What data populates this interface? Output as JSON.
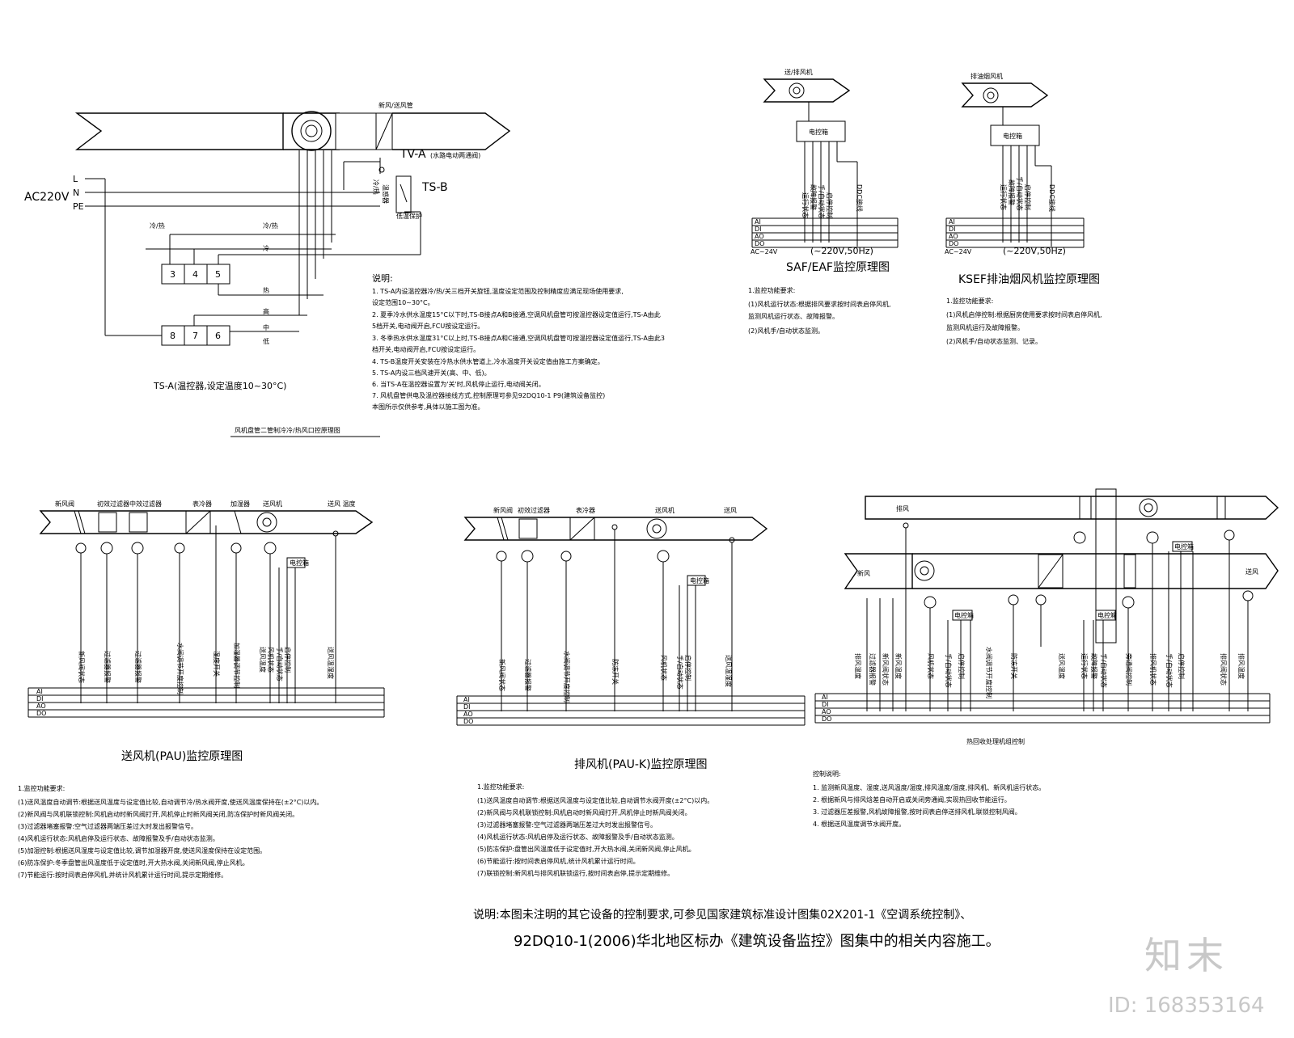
{
  "fcu": {
    "ac_label": "AC220V",
    "wire_labels": [
      "L",
      "N",
      "PE"
    ],
    "valve_label": "TV-A",
    "valve_note": "(水路电动两通阀)",
    "ts_b_label": "TS-B",
    "ts_b_side_labels": [
      "冷/热",
      "温感器",
      "低温保护"
    ],
    "terminals_top": [
      "3",
      "4",
      "5"
    ],
    "terminals_bottom": [
      "8",
      "7",
      "6"
    ],
    "ts_a_caption": "TS-A(温控器,设定温度10~30°C)",
    "top_tag": "冷/热",
    "mid_tags": [
      "冷",
      "热",
      "高",
      "中",
      "低"
    ],
    "left_tag": "冷/热",
    "vent_label": "新风/送风管",
    "title": "风机盘管二管制冷冷/热风口控原理图",
    "notes_title": "说明:",
    "notes": [
      "1. TS-A内设温控器冷/热/关三档开关旋钮,温度设定范围及控制精度应满足现场使用要求,",
      "   设定范围10~30°C。",
      "2. 夏季冷水供水温度15°C以下时,TS-B接点A和B接通,空调风机盘管可按温控器设定值运行,TS-A由此",
      "   5档开关,电动阀开启,FCU按设定运行。",
      "3. 冬季热水供水温度31°C以上时,TS-B接点A和C接通,空调风机盘管可按温控器设定值运行,TS-A由此3",
      "   档开关,电动阀开启,FCU按设定运行。",
      "4. TS-B温度开关安装在冷热水供水管道上,冷水温度开关设定值由施工方案确定。",
      "5. TS-A内设三档风速开关(高、中、低)。",
      "6. 当TS-A在温控器设置为'关'时,风机停止运行,电动阀关闭。",
      "7. 风机盘管供电及温控器接线方式,控制原理可参见92DQ10-1 P9(建筑设备监控)",
      "   本图所示仅供参考,具体以施工图为准。"
    ]
  },
  "saf": {
    "fan_label": "送/排风机",
    "ctrl_label": "电控箱",
    "signals": [
      "运行状态",
      "故障报警",
      "手/自动状态",
      "启停控制"
    ],
    "ddc_label": "DDC接线",
    "bus_rows": [
      "AI",
      "DI",
      "AO",
      "DO"
    ],
    "voltage_left": "AC~24V",
    "voltage_right": "(~220V,50Hz)",
    "title": "SAF/EAF监控原理图",
    "notes_title": "1.监控功能要求:",
    "notes": [
      "(1)风机运行状态:根据排风要求按时间表启停风机,",
      "    监测风机运行状态、故障报警。",
      "(2)风机手/自动状态监测。"
    ]
  },
  "ksef": {
    "fan_label": "排油烟风机",
    "ctrl_label": "电控箱",
    "signals": [
      "运行状态",
      "故障报警",
      "手/自动状态",
      "启停控制"
    ],
    "ddc_label": "DDC接线",
    "bus_rows": [
      "AI",
      "DI",
      "AO",
      "DO"
    ],
    "voltage_left": "AC~24V",
    "voltage_right": "(~220V,50Hz)",
    "title": "KSEF排油烟风机监控原理图",
    "notes_title": "1.监控功能要求:",
    "notes": [
      "(1)风机启停控制:根据厨房使用要求按时间表启停风机,",
      "    监测风机运行及故障报警。",
      "(2)风机手/自动状态监测、记录。"
    ]
  },
  "pau": {
    "top_labels": [
      "新风阀",
      "初效过滤器",
      "中效过滤器",
      "表冷器",
      "加湿器",
      "送风机",
      "送风 温度"
    ],
    "signals": [
      "新风阀状态",
      "过滤器报警",
      "过滤器报警",
      "水阀调节开度控制",
      "湿度开关",
      "加湿器调节控制",
      "送风温度",
      "风机状态",
      "手/自动状态",
      "启停控制",
      "送风温湿度"
    ],
    "ctrl_label": "电控箱",
    "bus_rows": [
      "AI",
      "DI",
      "AO",
      "DO"
    ],
    "title": "送风机(PAU)监控原理图",
    "notes_title": "1.监控功能要求:",
    "notes": [
      "(1)送风温度自动调节:根据送风温度与设定值比较,自动调节冷/热水阀开度,使送风温度保持在(±2°C)以内。",
      "(2)新风阀与风机联锁控制:风机启动时新风阀打开,风机停止时新风阀关闭,防冻保护时新风阀关闭。",
      "(3)过滤器堵塞报警:空气过滤器两端压差过大时发出报警信号。",
      "(4)风机运行状态:风机启停及运行状态、故障报警及手/自动状态监测。",
      "(5)加湿控制:根据送风湿度与设定值比较,调节加湿器开度,使送风湿度保持在设定范围。",
      "(6)防冻保护:冬季盘管出风温度低于设定值时,开大热水阀,关闭新风阀,停止风机。",
      "(7)节能运行:按时间表启停风机,并统计风机累计运行时间,提示定期维修。"
    ]
  },
  "pauk": {
    "top_labels": [
      "新风阀",
      "初效过滤器",
      "表冷器",
      "送风机",
      "送风"
    ],
    "signals": [
      "新风阀状态",
      "过滤器报警",
      "水阀调节开度控制",
      "防冻开关",
      "风机状态",
      "手/自动状态",
      "启停控制",
      "送风温湿度"
    ],
    "ctrl_label": "电控箱",
    "bus_rows": [
      "AI",
      "DI",
      "AO",
      "DO"
    ],
    "title": "排风机(PAU-K)监控原理图",
    "notes_title": "1.监控功能要求:",
    "notes": [
      "(1)送风温度自动调节:根据送风温度与设定值比较,自动调节水阀开度(±2°C)以内。",
      "(2)新风阀与风机联锁控制:风机启动时新风阀打开,风机停止时新风阀关闭。",
      "(3)过滤器堵塞报警:空气过滤器两端压差过大时发出报警信号。",
      "(4)风机运行状态:风机启停及运行状态、故障报警及手/自动状态监测。",
      "(5)防冻保护:盘管出风温度低于设定值时,开大热水阀,关闭新风阀,停止风机。",
      "(6)节能运行:按时间表启停风机,统计风机累计运行时间。",
      "(7)联锁控制:新风机与排风机联锁运行,按时间表启停,提示定期维修。"
    ]
  },
  "hrv": {
    "top_labels": [
      "新风",
      "排风",
      "送风"
    ],
    "signals": [
      "排风温度",
      "过滤器报警",
      "新风阀状态",
      "新风温度",
      "风机状态",
      "手/自动状态",
      "启停控制",
      "水阀调节开度控制",
      "防冻开关",
      "送风温度",
      "运行状态",
      "故障报警",
      "手/自动状态",
      "旁通阀控制",
      "排风机状态",
      "手/自动状态",
      "启停控制",
      "排风阀状态",
      "排风温度"
    ],
    "ctrl_labels": [
      "电控箱",
      "电控箱",
      "电控箱"
    ],
    "bus_rows": [
      "AI",
      "DI",
      "AO",
      "DO"
    ],
    "title": "热回收处理机组控制",
    "notes_title": "控制说明:",
    "notes": [
      "1. 监测新风温度、湿度,送风温度/湿度,排风温度/湿度,排风机、新风机运行状态。",
      "2. 根据新风与排风焓差自动开启或关闭旁通阀,实现热回收节能运行。",
      "3. 过滤器压差报警,风机故障报警,按时间表启停送排风机,联锁控制风阀。",
      "4. 根据送风温度调节水阀开度。"
    ]
  },
  "footer": {
    "line1": "说明:本图未注明的其它设备的控制要求,可参见国家建筑标准设计图集02X201-1《空调系统控制》、",
    "line2": "92DQ10-1(2006)华北地区标办《建筑设备监控》图集中的相关内容施工。"
  },
  "watermark": {
    "logo_text": "知末",
    "id_text": "ID: 168353164"
  }
}
